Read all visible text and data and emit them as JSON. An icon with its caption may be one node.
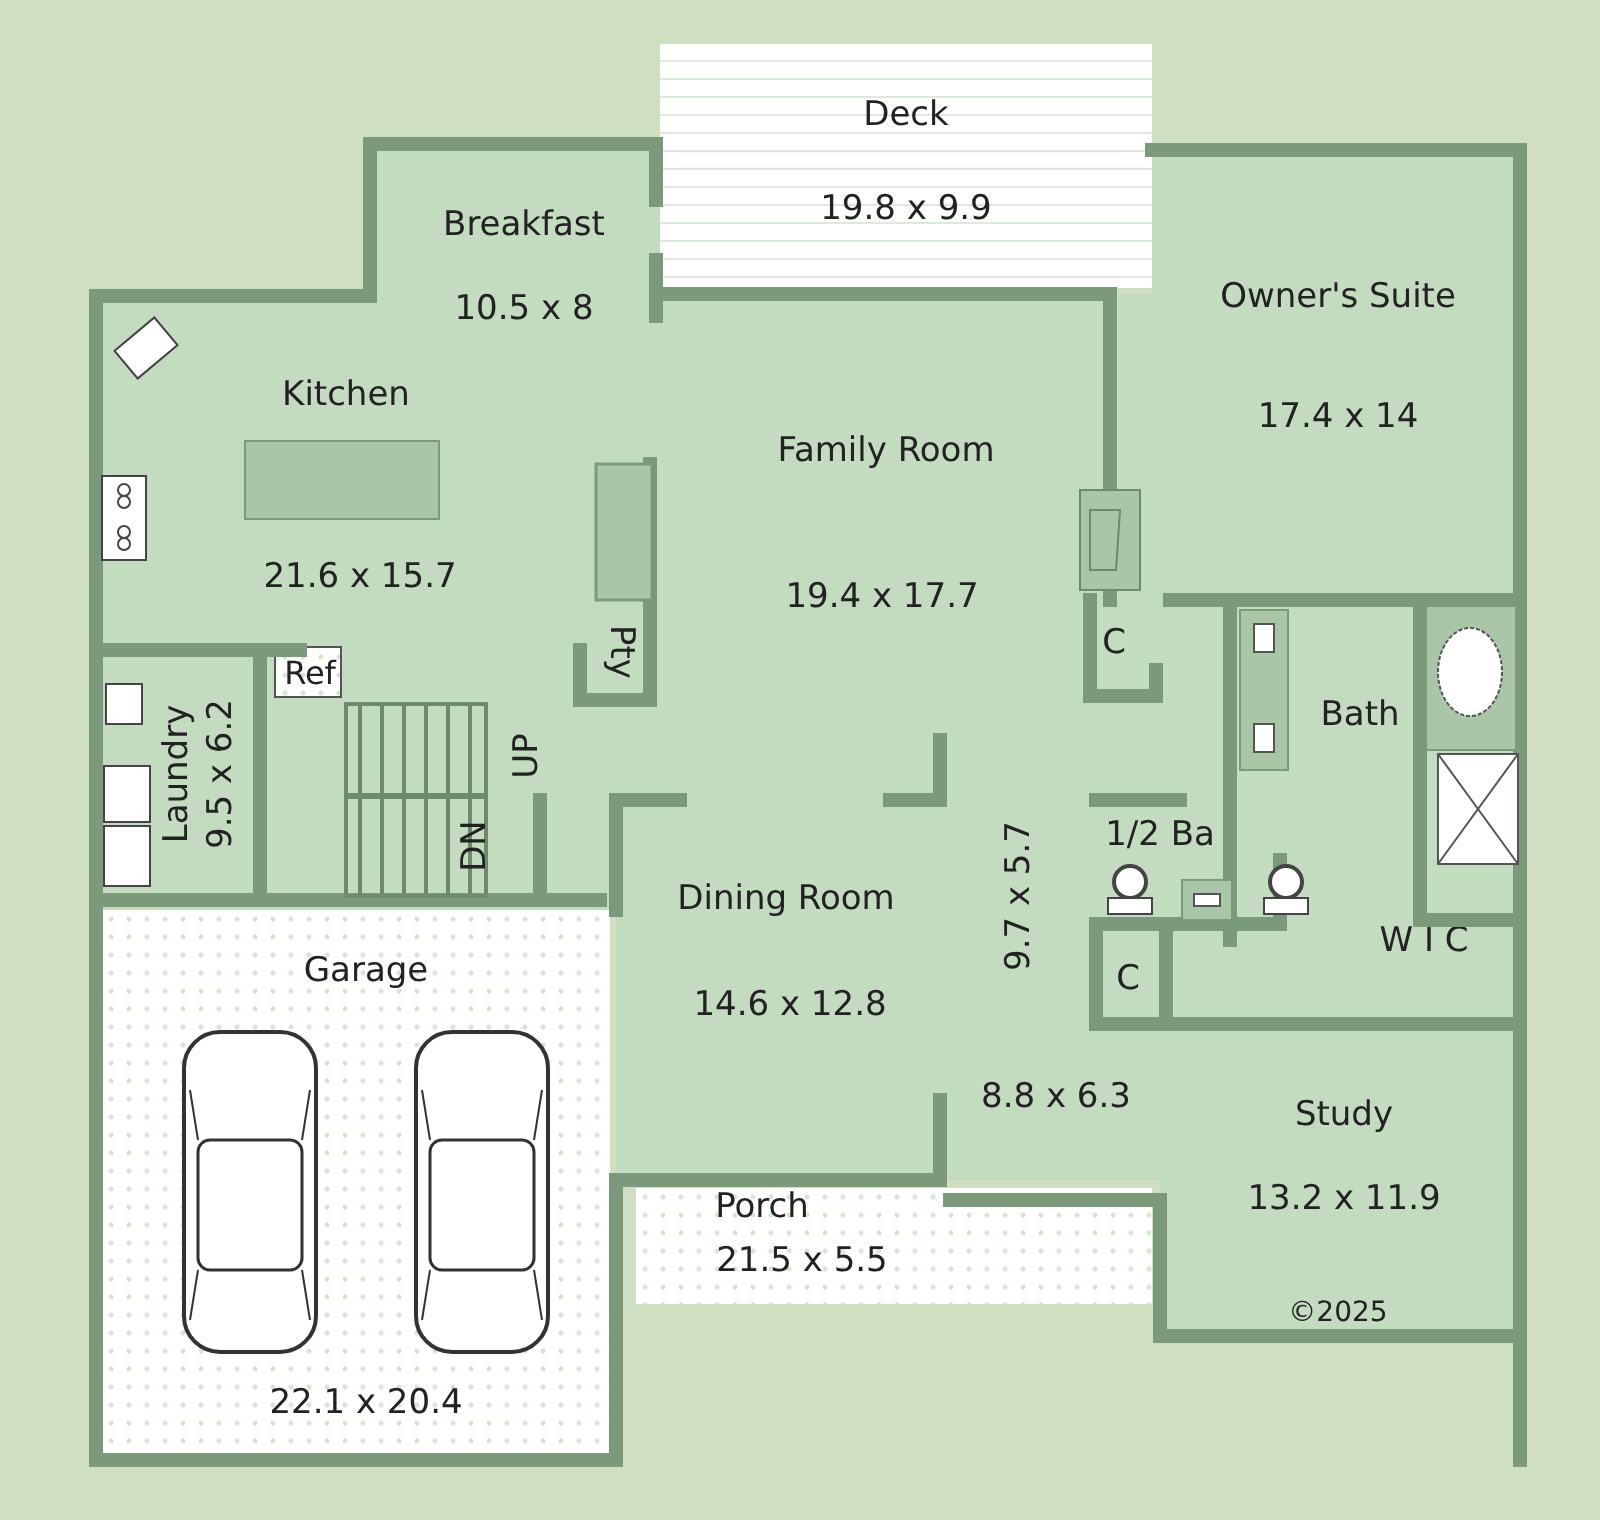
{
  "diagram": {
    "nodes": [
      {
        "text": [
          "Deck",
          "19.8 x 9.9"
        ]
      },
      {
        "text": [
          "Breakfast",
          "10.5 x 8"
        ]
      },
      {
        "text": [
          "Owner's Suite",
          "17.4 x 14"
        ]
      },
      {
        "text": [
          "Kitchen",
          "21.6 x 15.7"
        ]
      },
      {
        "text": [
          "Family Room",
          "19.4 x 17.7"
        ]
      },
      {
        "text": [
          "Pty"
        ]
      },
      {
        "text": [
          "C"
        ]
      },
      {
        "text": [
          "Ref"
        ]
      },
      {
        "text": [
          "Laundry",
          "9.5 x 6.2"
        ]
      },
      {
        "text": [
          "Bath"
        ]
      },
      {
        "text": [
          "1/2 Ba"
        ]
      },
      {
        "text": [
          "Dining Room",
          "14.6 x 12.8"
        ]
      },
      {
        "text": [
          "C"
        ]
      },
      {
        "text": [
          "W I C"
        ]
      },
      {
        "text": [
          "Garage",
          "22.1 x 20.4"
        ]
      },
      {
        "text": [
          "Study",
          "13.2 x 11.9"
        ]
      },
      {
        "text": [
          "Porch",
          "21.5 x 5.5"
        ]
      },
      {
        "text": [],
        "shape": "box",
        "in": 3
      },
      {
        "text": [],
        "shape": "picture",
        "in": 14
      },
      {
        "text": [],
        "shape": "picture",
        "in": 14
      }
    ],
    "labels": [
      "UP",
      "DN",
      "9.7 x 5.7",
      "8.8 x 6.3",
      "©2025"
    ]
  }
}
